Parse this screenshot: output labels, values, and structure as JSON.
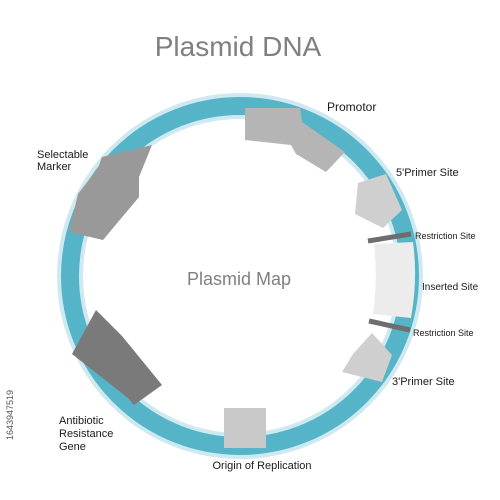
{
  "title": "Plasmid DNA",
  "center_label": "Plasmid Map",
  "labels": {
    "promotor": "Promotor",
    "primer5": "5'Primer Site",
    "restriction1": "Restriction Site",
    "inserted": "Inserted Site",
    "restriction2": "Restriction Site",
    "primer3": "3'Primer Site",
    "origin": "Origin of Replication",
    "antibiotic_1": "Antibiotic",
    "antibiotic_2": "Resistance",
    "antibiotic_3": "Gene",
    "selectable_1": "Selectable",
    "selectable_2": "Marker"
  },
  "stock_id": "1643947519",
  "colors": {
    "ring": "#56b4c8",
    "ring_outline": "#bfe3ec",
    "promotor": "#b5b5b5",
    "primer": "#cfcfcf",
    "inserted": "#ececec",
    "restriction": "#6e6e6e",
    "origin": "#c8c8c8",
    "antibiotic": "#7a7a7a",
    "selectable": "#999999",
    "title": "#808080"
  }
}
